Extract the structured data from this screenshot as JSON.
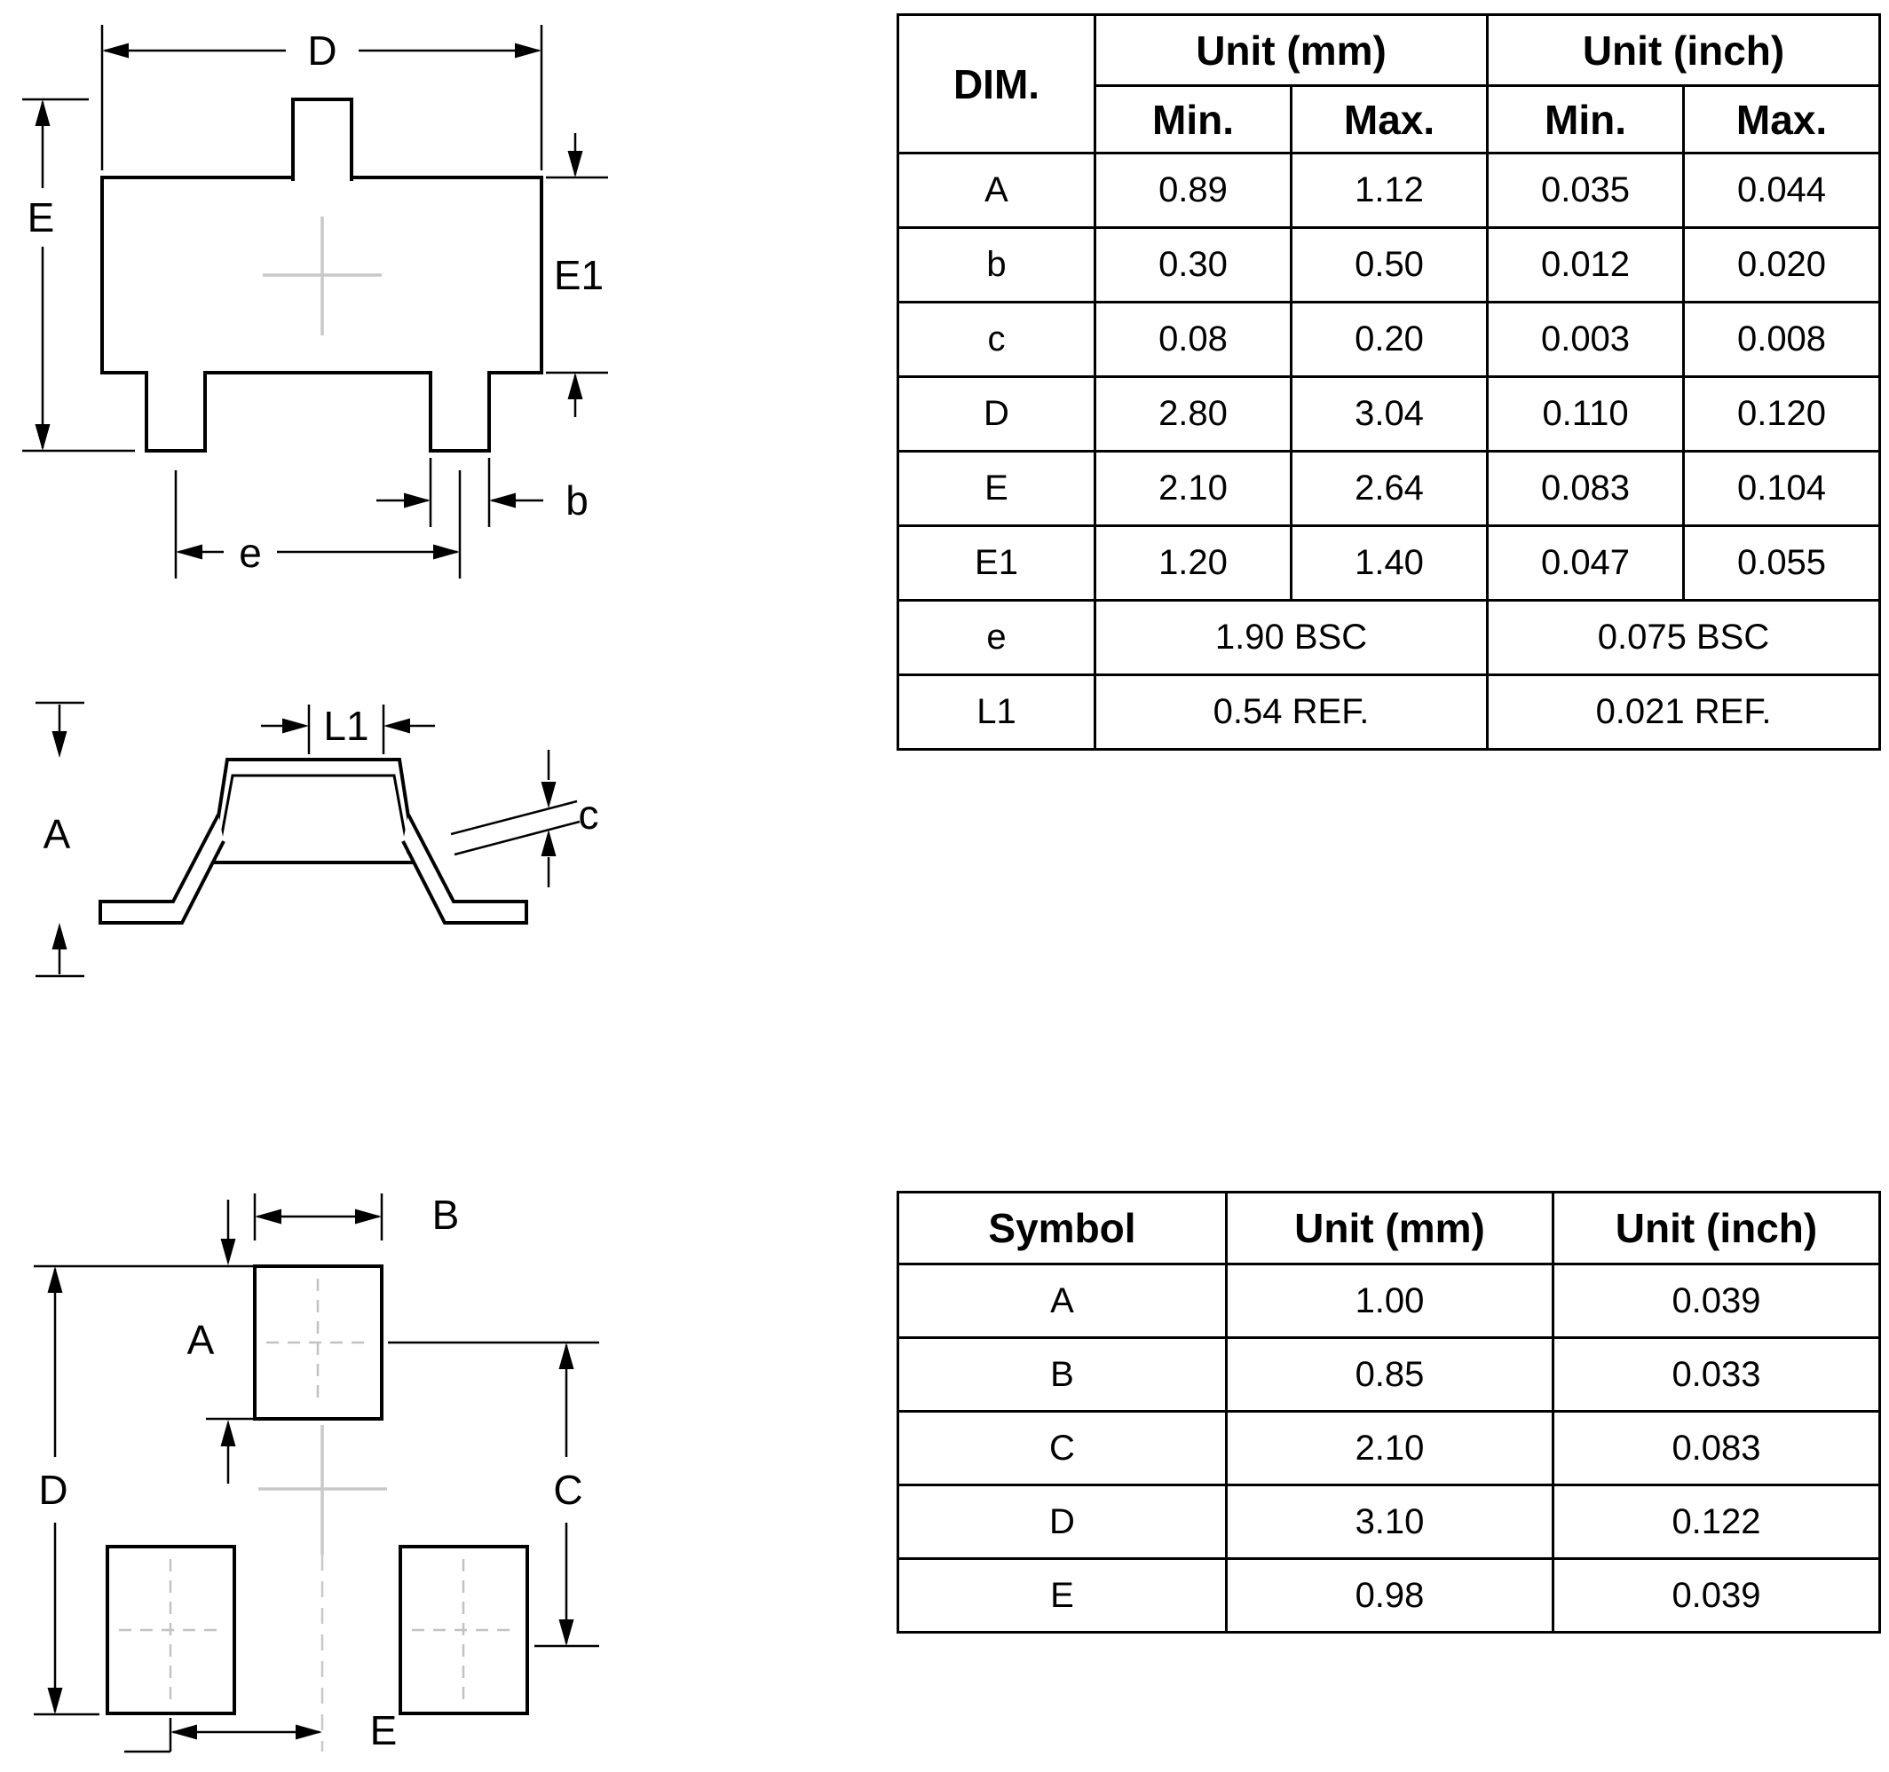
{
  "colors": {
    "line": "#000000",
    "background": "#ffffff",
    "construction_line": "#c8c8c8"
  },
  "drawings": {
    "top_view": {
      "dim_d": "D",
      "dim_e": "E",
      "dim_e1": "E1",
      "dim_b": "b",
      "dim_e_pitch": "e"
    },
    "side_view": {
      "dim_a": "A",
      "dim_l1": "L1",
      "dim_c": "c"
    },
    "land_pattern": {
      "dim_b": "B",
      "dim_a": "A",
      "dim_d": "D",
      "dim_c": "C",
      "dim_e": "E"
    }
  },
  "dim_table": {
    "header": {
      "dim": "DIM.",
      "unit_mm": "Unit (mm)",
      "unit_inch": "Unit (inch)",
      "min_mm": "Min.",
      "max_mm": "Max.",
      "min_inch": "Min.",
      "max_inch": "Max."
    },
    "rows": [
      {
        "dim": "A",
        "mm_min": "0.89",
        "mm_max": "1.12",
        "inch_min": "0.035",
        "inch_max": "0.044"
      },
      {
        "dim": "b",
        "mm_min": "0.30",
        "mm_max": "0.50",
        "inch_min": "0.012",
        "inch_max": "0.020"
      },
      {
        "dim": "c",
        "mm_min": "0.08",
        "mm_max": "0.20",
        "inch_min": "0.003",
        "inch_max": "0.008"
      },
      {
        "dim": "D",
        "mm_min": "2.80",
        "mm_max": "3.04",
        "inch_min": "0.110",
        "inch_max": "0.120"
      },
      {
        "dim": "E",
        "mm_min": "2.10",
        "mm_max": "2.64",
        "inch_min": "0.083",
        "inch_max": "0.104"
      },
      {
        "dim": "E1",
        "mm_min": "1.20",
        "mm_max": "1.40",
        "inch_min": "0.047",
        "inch_max": "0.055"
      }
    ],
    "span_rows": [
      {
        "dim": "e",
        "mm": "1.90 BSC",
        "inch": "0.075 BSC"
      },
      {
        "dim": "L1",
        "mm": "0.54 REF.",
        "inch": "0.021 REF."
      }
    ]
  },
  "symbol_table": {
    "header": {
      "symbol": "Symbol",
      "unit_mm": "Unit (mm)",
      "unit_inch": "Unit (inch)"
    },
    "rows": [
      {
        "symbol": "A",
        "mm": "1.00",
        "inch": "0.039"
      },
      {
        "symbol": "B",
        "mm": "0.85",
        "inch": "0.033"
      },
      {
        "symbol": "C",
        "mm": "2.10",
        "inch": "0.083"
      },
      {
        "symbol": "D",
        "mm": "3.10",
        "inch": "0.122"
      },
      {
        "symbol": "E",
        "mm": "0.98",
        "inch": "0.039"
      }
    ]
  }
}
